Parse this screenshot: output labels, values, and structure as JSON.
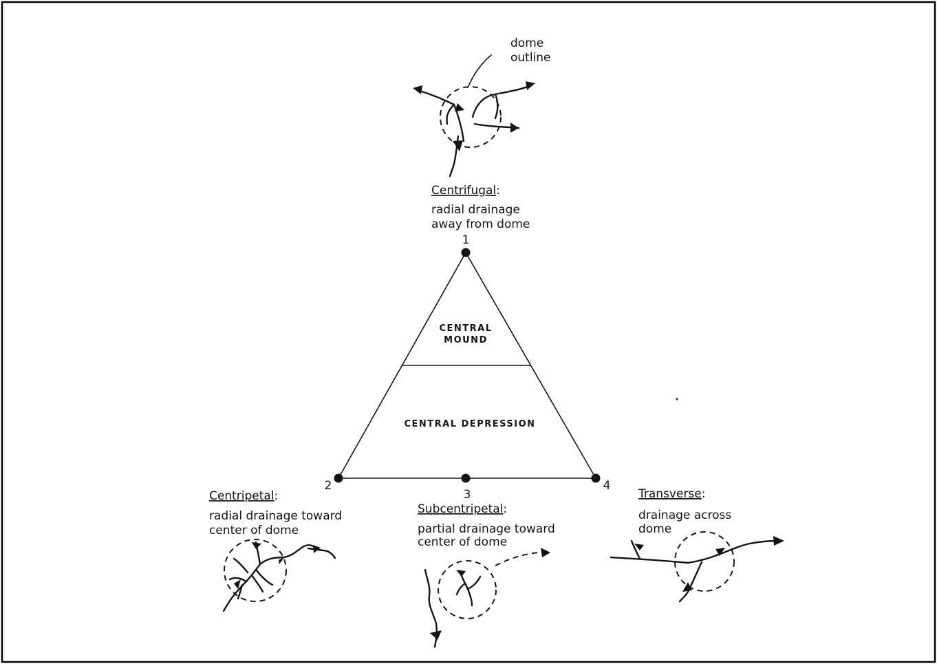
{
  "dome_outline_label": [
    "dome",
    "outline"
  ],
  "vertices": {
    "centrifugal": {
      "number": "1",
      "title": "Centrifugal",
      "suffix": ":",
      "description": [
        "radial drainage",
        "away from dome"
      ]
    },
    "centripetal": {
      "number": "2",
      "title": "Centripetal",
      "suffix": ":",
      "description": [
        "radial drainage toward",
        "center of dome"
      ]
    },
    "subcentripetal": {
      "number": "3",
      "title": "Subcentripetal",
      "suffix": ":",
      "description": [
        "partial drainage toward",
        "center of dome"
      ]
    },
    "transverse": {
      "number": "4",
      "title": "Transverse",
      "suffix": ":",
      "description": [
        "drainage across",
        "dome"
      ]
    }
  },
  "triangle_regions": {
    "upper": [
      "CENTRAL",
      "MOUND"
    ],
    "lower": "CENTRAL DEPRESSION"
  },
  "colors": {
    "ink": "#141414",
    "background": "#ffffff",
    "frame": "#000000"
  }
}
